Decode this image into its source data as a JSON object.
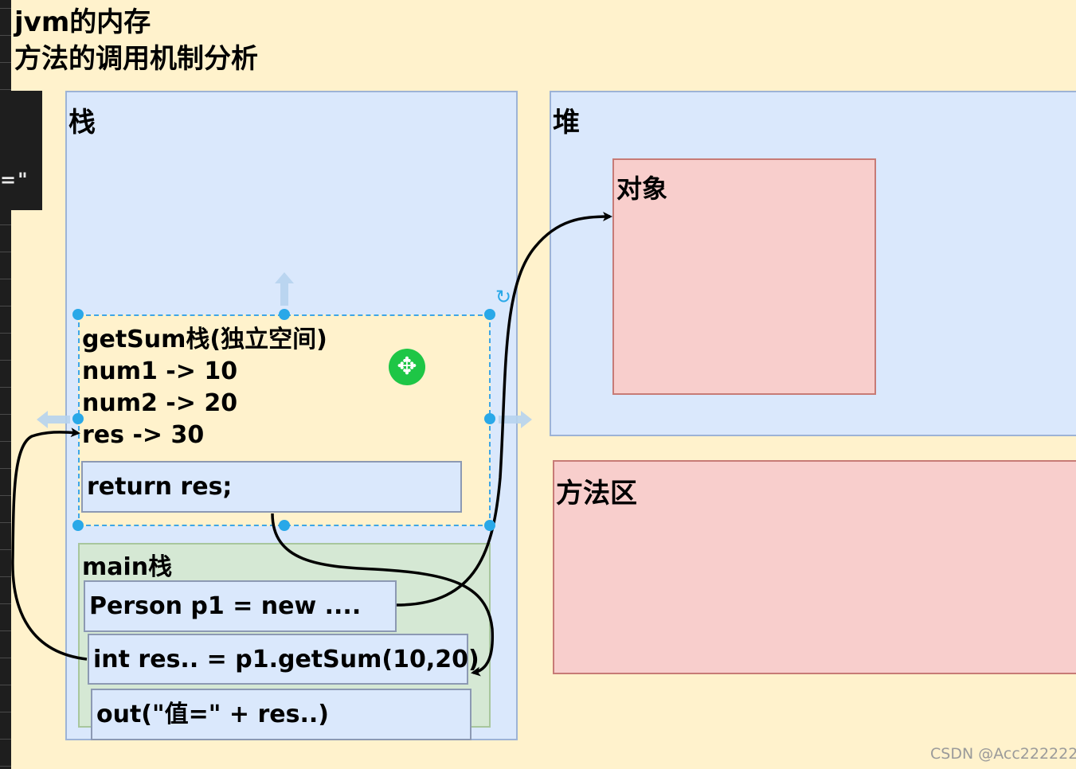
{
  "title": {
    "line1": "jvm的内存",
    "line2": "方法的调用机制分析"
  },
  "editor_code": "=\"",
  "stack": {
    "label": "栈",
    "frame": {
      "header": "getSum栈(独立空间)",
      "vars": [
        "num1 -> 10",
        "num2 -> 20",
        "res -> 30"
      ],
      "return_stmt": "return res;"
    },
    "main": {
      "label": "main栈",
      "statements": [
        "Person p1 = new ....",
        "int res.. = p1.getSum(10,20)",
        "out(\"值=\" + res..)"
      ]
    }
  },
  "heap": {
    "label": "堆",
    "object_label": "对象"
  },
  "method_area": {
    "label": "方法区"
  },
  "icons": {
    "move": "move-icon",
    "rotate": "rotate-icon"
  },
  "colors": {
    "background": "#fff2cc",
    "region_blue": "#dae8fc",
    "region_pink": "#f8cecc",
    "main_green": "#d5e8d4",
    "selection": "#29a8e8",
    "move_button": "#1ec646"
  },
  "watermark": "CSDN @Acc222222"
}
